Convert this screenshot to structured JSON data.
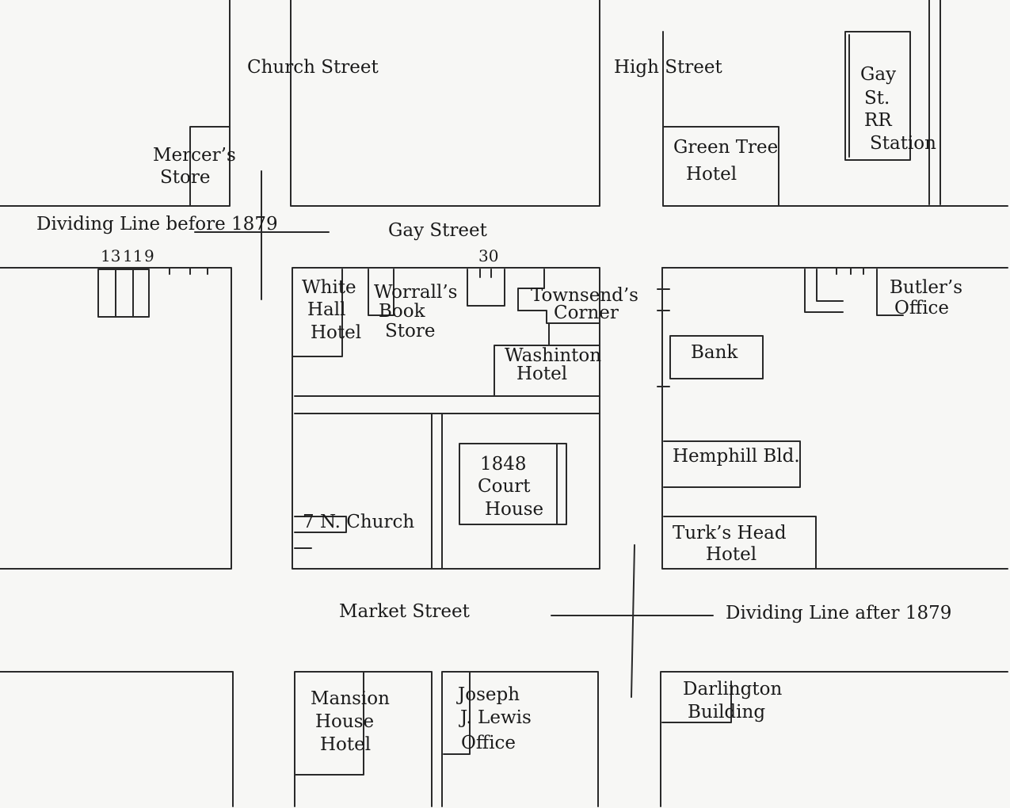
{
  "streets": {
    "church": "Church Street",
    "high": "High Street",
    "gay": "Gay Street",
    "market": "Market Street"
  },
  "dividing_lines": {
    "before": "Dividing Line before 1879",
    "after": "Dividing Line after 1879"
  },
  "house_numbers": {
    "n13": "13",
    "n11": "11",
    "n9": "9",
    "n30": "30"
  },
  "buildings": {
    "mercers_store": [
      "Mercer’s",
      "Store"
    ],
    "gay_st_station": [
      "Gay",
      "St.",
      "RR",
      "Station"
    ],
    "green_tree_hotel": [
      "Green Tree",
      "Hotel"
    ],
    "white_hall_hotel": [
      "White",
      "Hall",
      "Hotel"
    ],
    "worralls_book_store": [
      "Worrall’s",
      "Book",
      "Store"
    ],
    "townsends_corner": [
      "Townsend’s",
      "Corner"
    ],
    "washinton_hotel": [
      "Washinton",
      "Hotel"
    ],
    "butlers_office": [
      "Butler’s",
      "Office"
    ],
    "bank": "Bank",
    "court_house": [
      "1848",
      "Court",
      "House"
    ],
    "hemphill": "Hemphill Bld.",
    "turks_head_hotel": [
      "Turk’s Head",
      "Hotel"
    ],
    "seven_n_church": "7 N. Church",
    "mansion_house_hotel": [
      "Mansion",
      "House",
      "Hotel"
    ],
    "joseph_lewis_office": [
      "Joseph",
      "J. Lewis",
      "Office"
    ],
    "darlington_building": [
      "Darlington",
      "Building"
    ]
  }
}
